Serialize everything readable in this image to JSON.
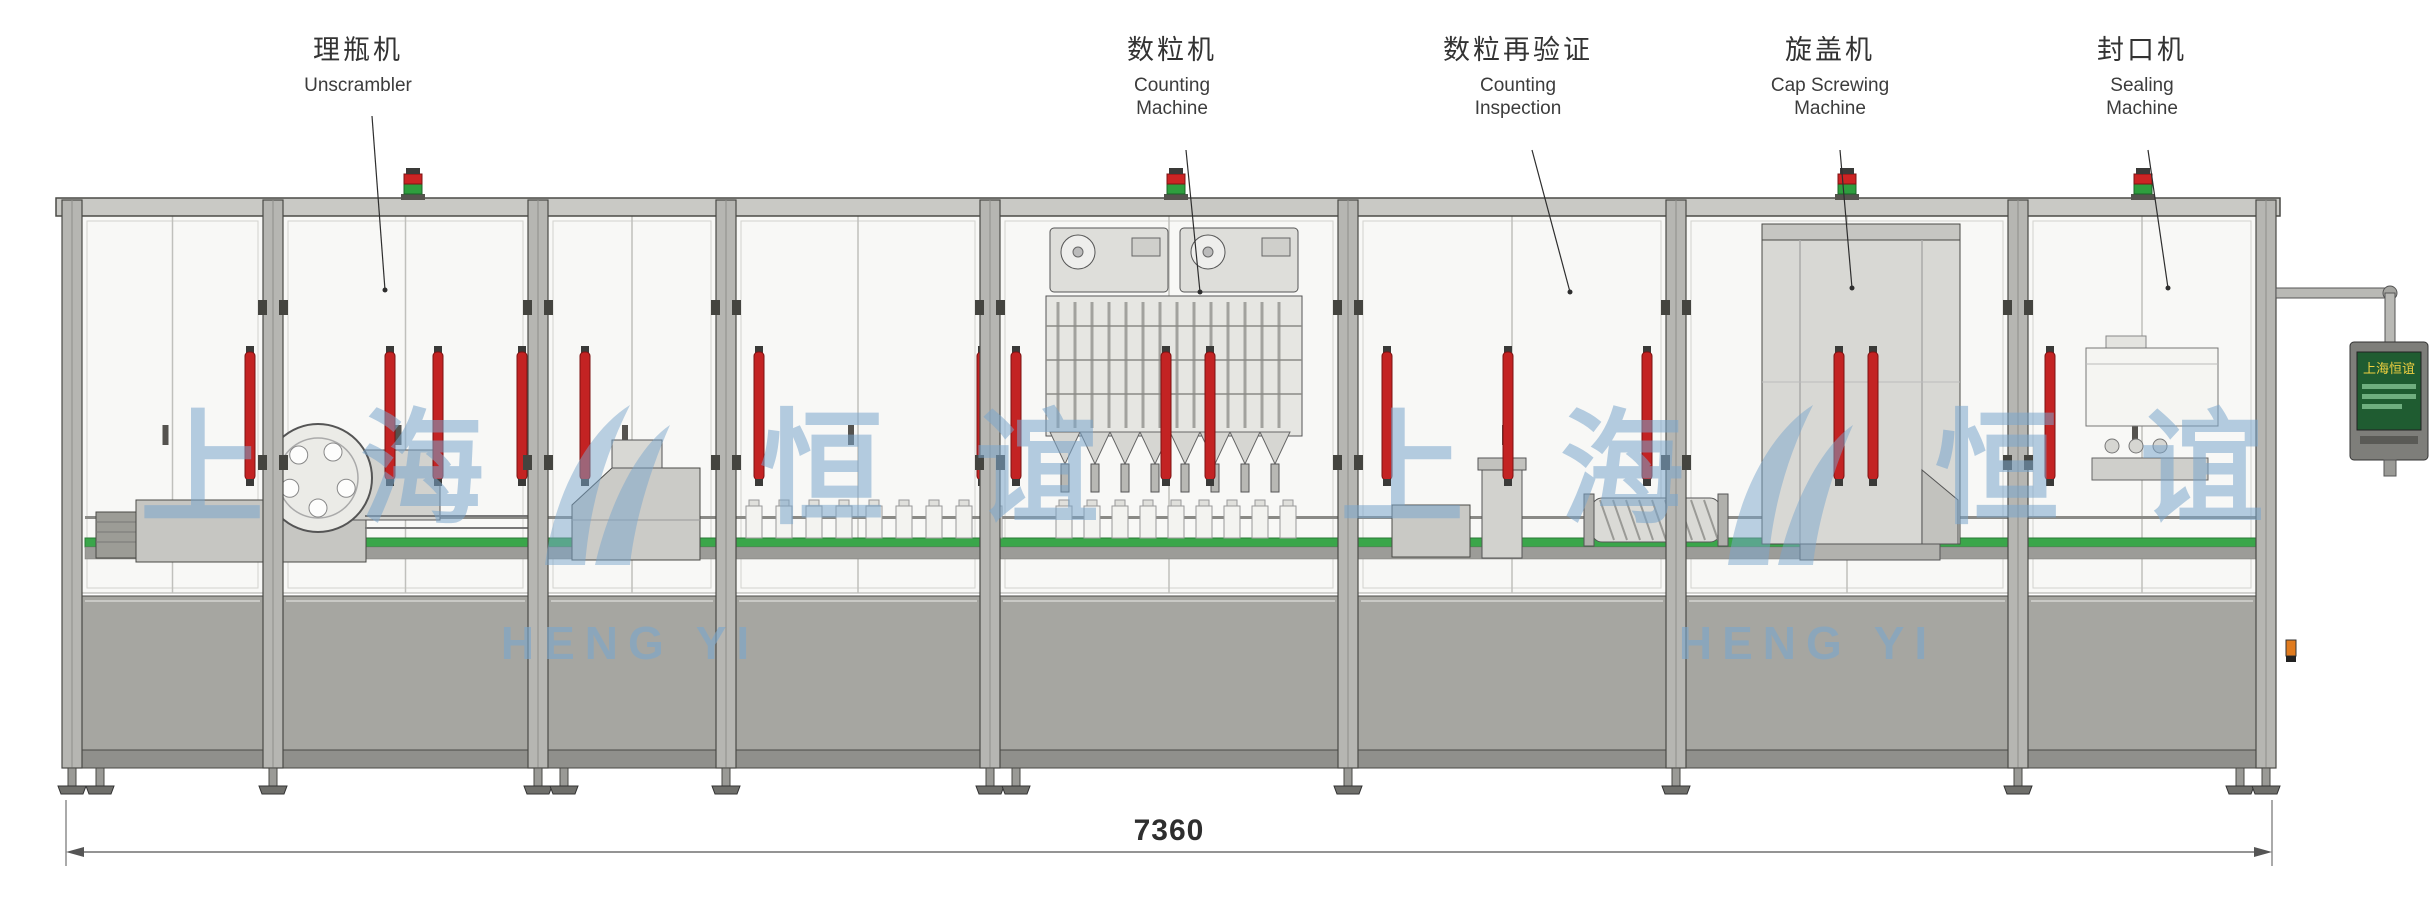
{
  "callouts": [
    {
      "zh": "理瓶机",
      "en1": "Unscrambler",
      "en2": ""
    },
    {
      "zh": "数粒机",
      "en1": "Counting",
      "en2": "Machine"
    },
    {
      "zh": "数粒再验证",
      "en1": "Counting",
      "en2": "Inspection"
    },
    {
      "zh": "旋盖机",
      "en1": "Cap Screwing",
      "en2": "Machine"
    },
    {
      "zh": "封口机",
      "en1": "Sealing",
      "en2": "Machine"
    }
  ],
  "dimension": {
    "total_length": "7360"
  },
  "watermark": {
    "c1": "上",
    "c2": "海",
    "c3": "恒",
    "c4": "谊",
    "latin": "HENG YI"
  },
  "hmi": {
    "screen_title": "上海恒谊"
  },
  "colors": {
    "safety_bar_red": "#c32323",
    "conveyor_green": "#3aa64a",
    "watermark_blue": "#7aa6cc",
    "frame_gray": "#b6b6b2",
    "outline": "#4a4a46"
  }
}
